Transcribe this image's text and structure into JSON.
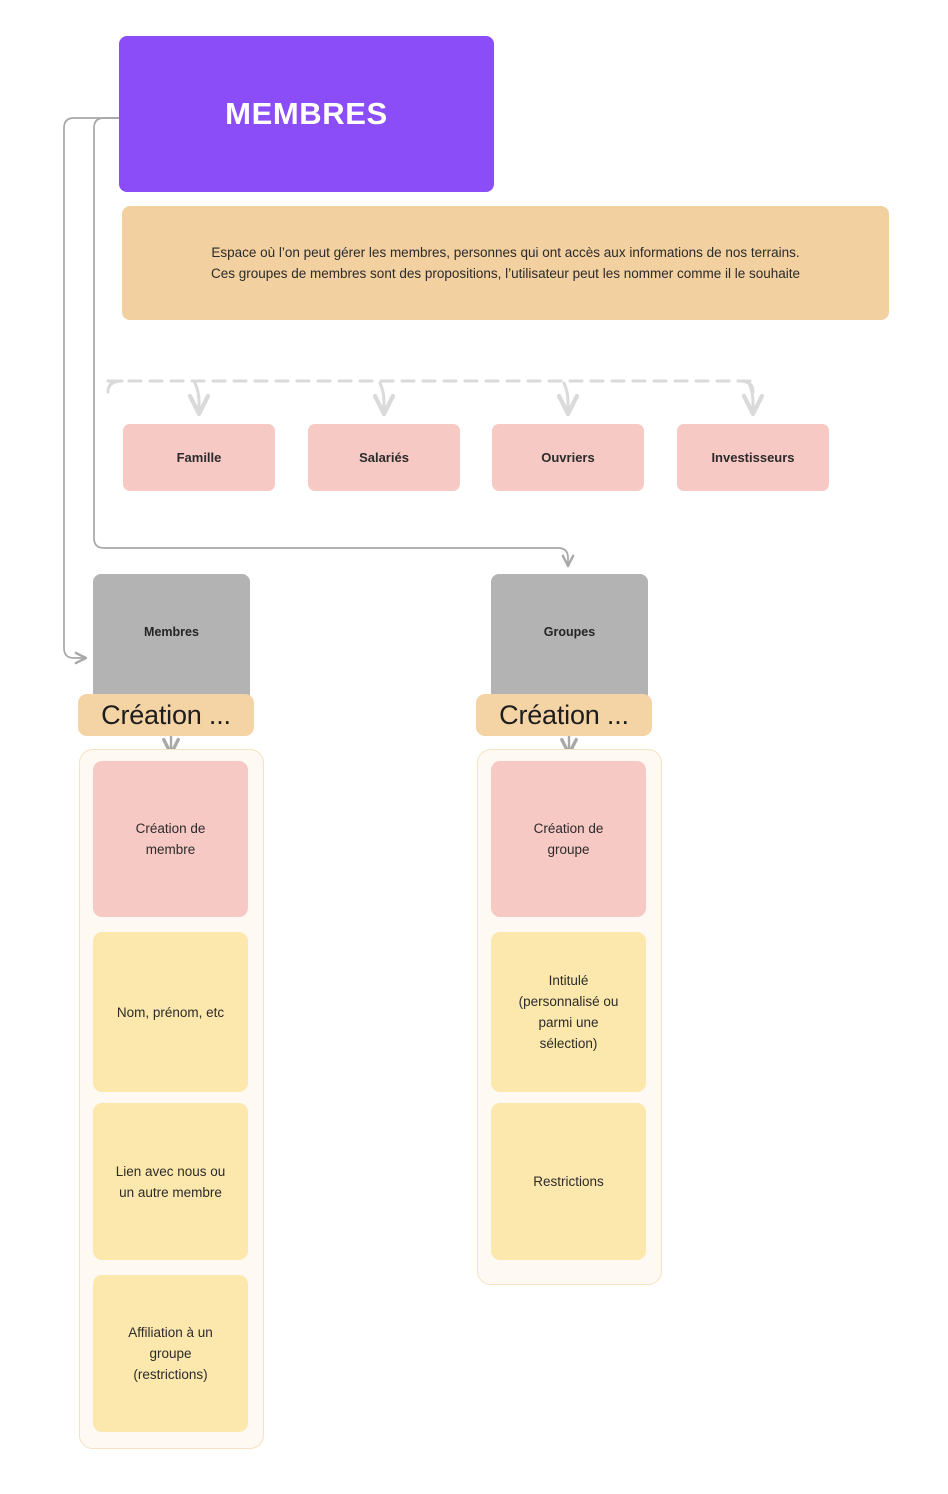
{
  "diagram": {
    "title_box": {
      "label": "MEMBRES",
      "color": "#8B4DF7"
    },
    "description_box": {
      "color": "#F2D0A0",
      "lines": [
        "Espace où l’on peut gérer les membres, personnes qui ont accès aux informations de nos terrains.",
        "Ces groupes de membres sont des propositions, l’utilisateur peut les nommer comme il le souhaite"
      ]
    },
    "categories": {
      "color": "#F7C9C4",
      "items": [
        {
          "label": "Famille"
        },
        {
          "label": "Salariés"
        },
        {
          "label": "Ouvriers"
        },
        {
          "label": "Investisseurs"
        }
      ]
    },
    "columns": [
      {
        "section_label": "Membres",
        "section_color": "#B3B3B3",
        "badge_label": "Création ...",
        "badge_color": "#F4D3A4",
        "cards": [
          {
            "label": "Création de\nmembre",
            "color": "#F7C9C4",
            "type": "pink"
          },
          {
            "label": "Nom, prénom, etc",
            "color": "#FCE8AC",
            "type": "yellow"
          },
          {
            "label": "Lien avec nous ou\nun autre membre",
            "color": "#FCE8AC",
            "type": "yellow"
          },
          {
            "label": "Affiliation à un\ngroupe\n(restrictions)",
            "color": "#FCE8AC",
            "type": "yellow"
          }
        ]
      },
      {
        "section_label": "Groupes",
        "section_color": "#B3B3B3",
        "badge_label": "Création ...",
        "badge_color": "#F4D3A4",
        "cards": [
          {
            "label": "Création de\ngroupe",
            "color": "#F7C9C4",
            "type": "pink"
          },
          {
            "label": "Intitulé\n(personnalisé ou\nparmi une\nsélection)",
            "color": "#FCE8AC",
            "type": "yellow"
          },
          {
            "label": "Restrictions",
            "color": "#FCE8AC",
            "type": "yellow"
          }
        ]
      }
    ],
    "connector_color": "#A8A8A8",
    "dashed_connector_color": "#DADADA",
    "background": "#FFFFFF"
  }
}
